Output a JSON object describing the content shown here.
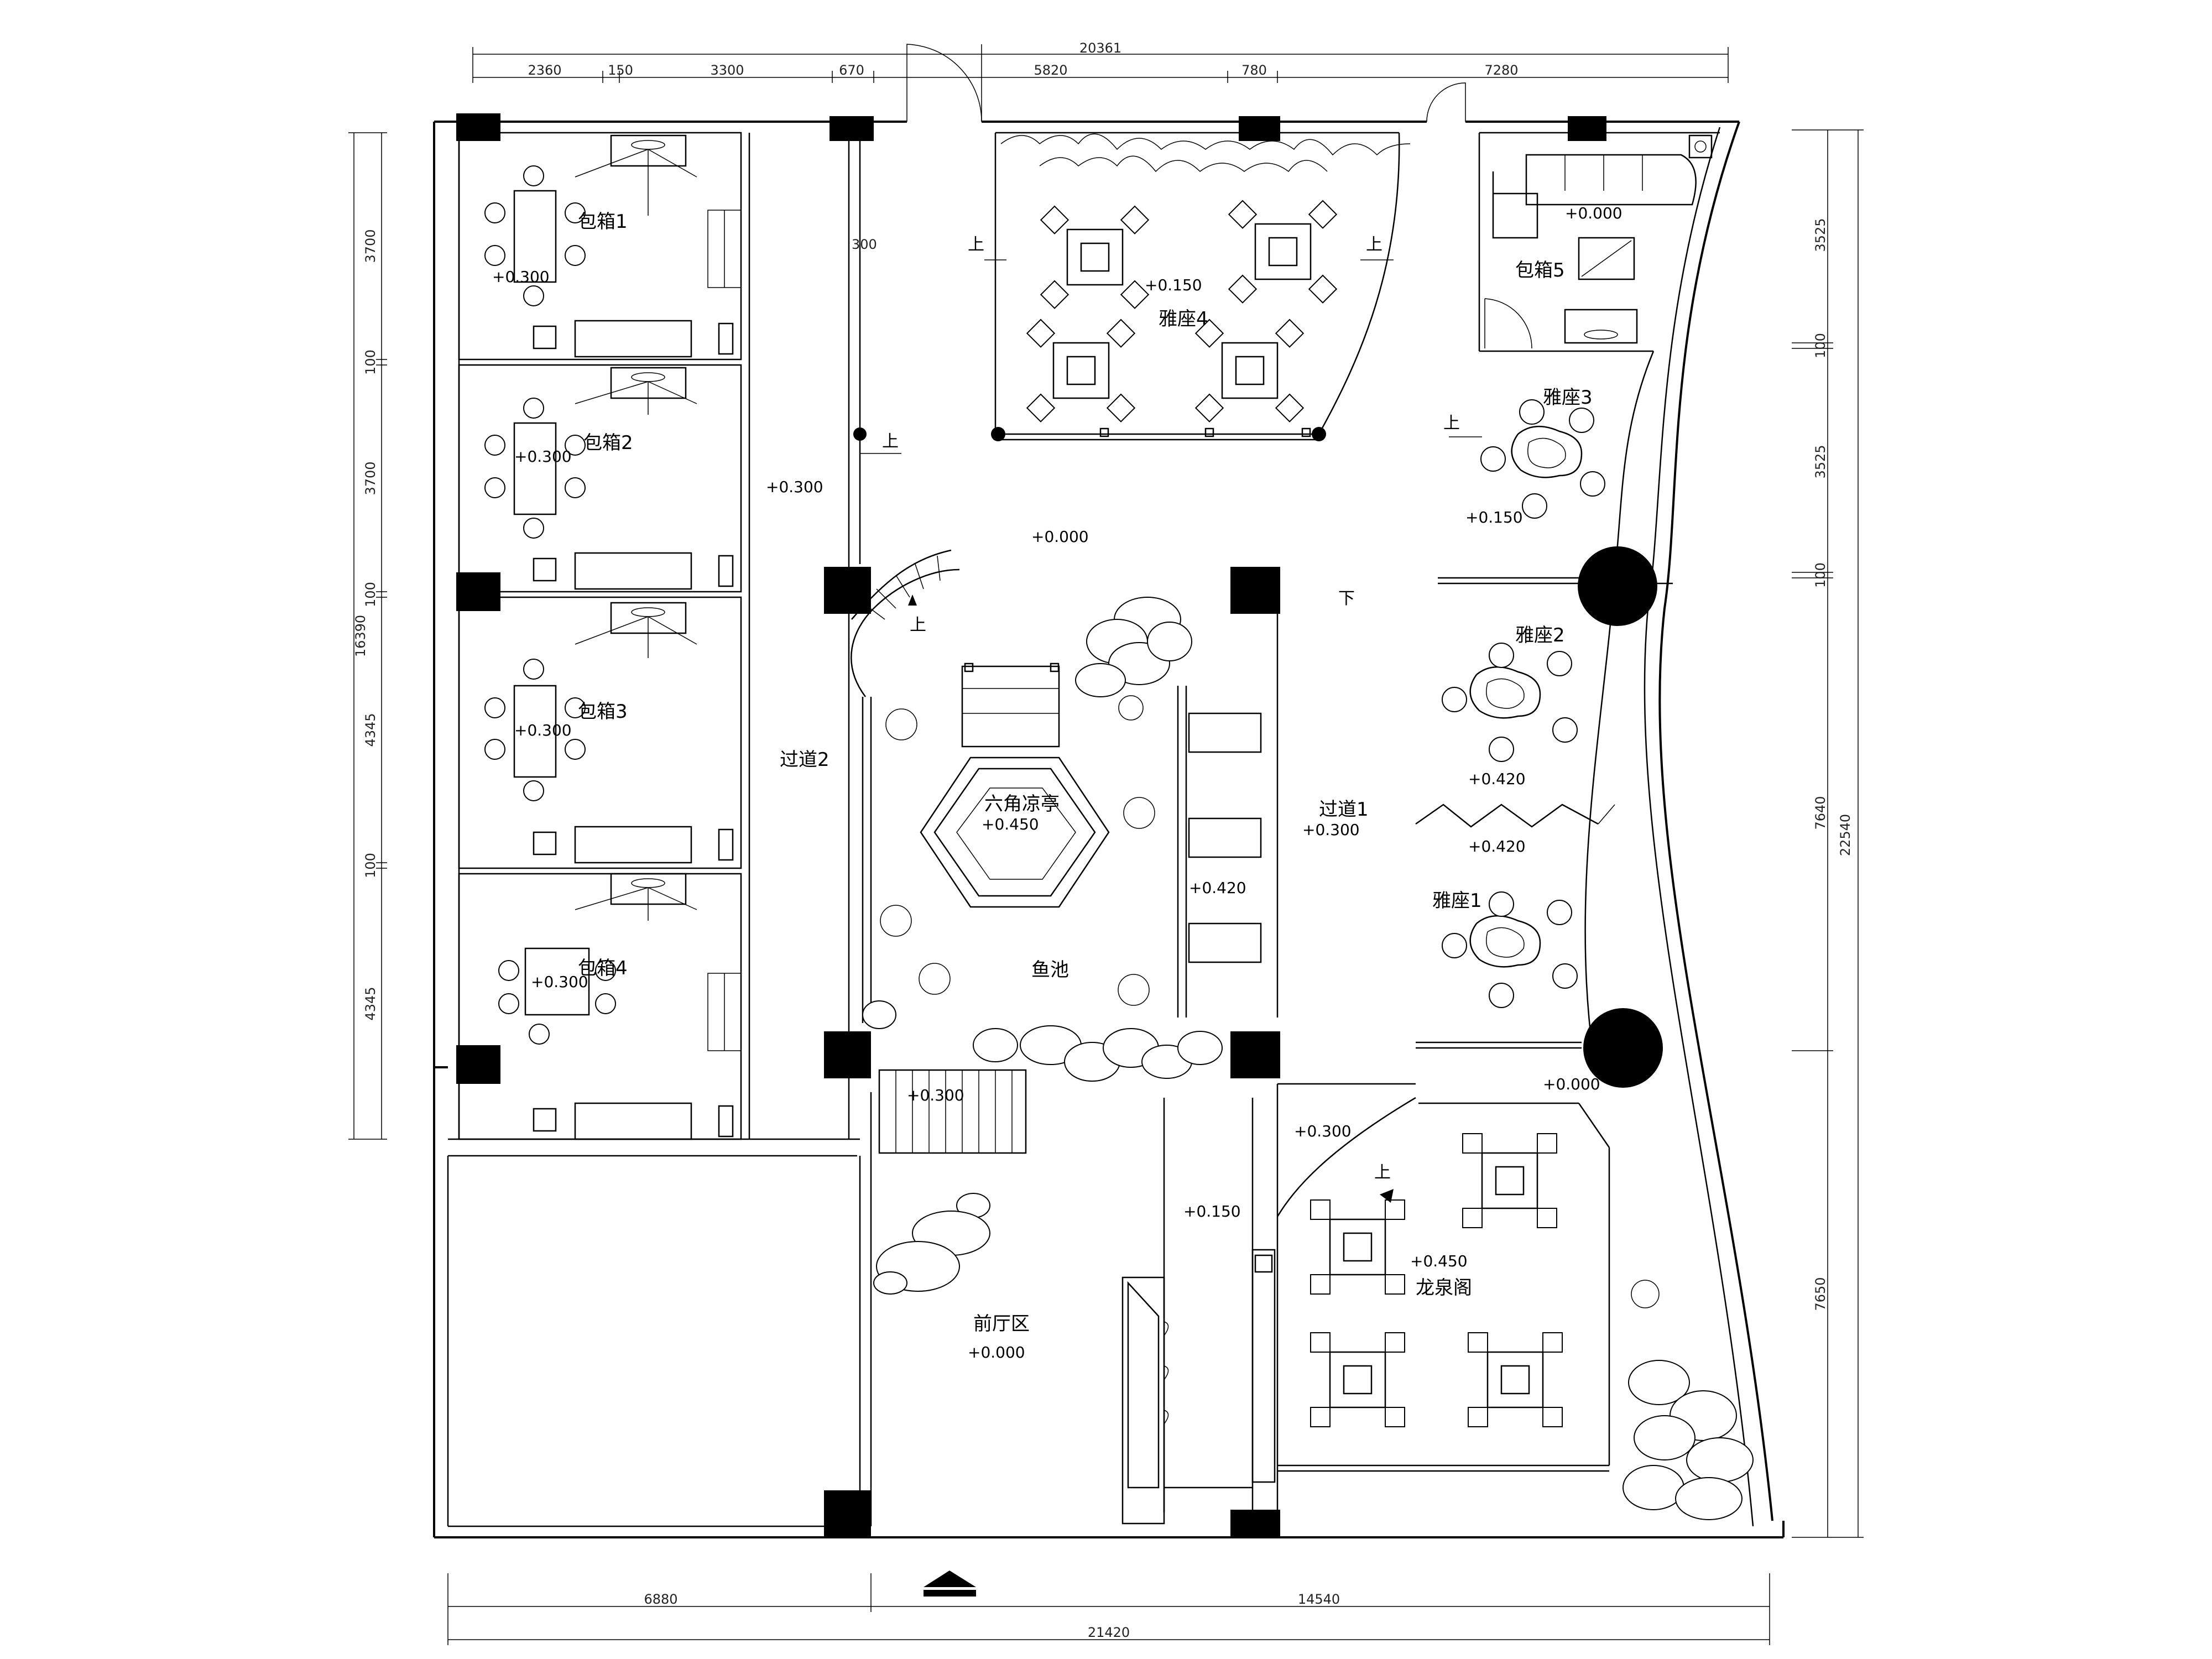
{
  "rooms": {
    "box1": "包箱1",
    "box2": "包箱2",
    "box3": "包箱3",
    "box4": "包箱4",
    "box5": "包箱5",
    "seat1": "雅座1",
    "seat2": "雅座2",
    "seat3": "雅座3",
    "seat4": "雅座4",
    "pavilion": "六角凉亭",
    "pond": "鱼池",
    "corridor1": "过道1",
    "corridor2": "过道2",
    "lobby": "前厅区",
    "longquan": "龙泉阁"
  },
  "levels": {
    "box1": "+0.300",
    "box2": "+0.300",
    "box3": "+0.300",
    "box4": "+0.300",
    "box5": "+0.000",
    "seat4": "+0.150",
    "seat3": "+0.150",
    "seat2_a": "+0.420",
    "seat2_b": "+0.420",
    "pavilion": "+0.450",
    "pond_side": "+0.420",
    "corridor1": "+0.300",
    "corridor2": "+0.300",
    "center": "+0.000",
    "stair": "+0.300",
    "lobby": "+0.000",
    "bar": "+0.150",
    "longquan_entry": "+0.300",
    "longquan": "+0.450",
    "right_entry": "+0.000"
  },
  "arrows": {
    "up": "上",
    "down": "下"
  },
  "dims": {
    "top_total": "20361",
    "top_1": "2360",
    "top_2": "150",
    "top_3": "3300",
    "top_4": "670",
    "top_5": "5820",
    "top_6": "780",
    "top_7": "7280",
    "left_total": "16390",
    "left_1": "3700",
    "left_2": "100",
    "left_3": "3700",
    "left_4": "100",
    "left_5": "4345",
    "left_6": "100",
    "left_7": "4345",
    "right_total": "22540",
    "right_1": "3525",
    "right_2": "100",
    "right_3": "3525",
    "right_4": "100",
    "right_5": "7640",
    "right_6": "7650",
    "bottom_total": "21420",
    "bottom_1": "6880",
    "bottom_2": "14540",
    "small_300": "300"
  }
}
